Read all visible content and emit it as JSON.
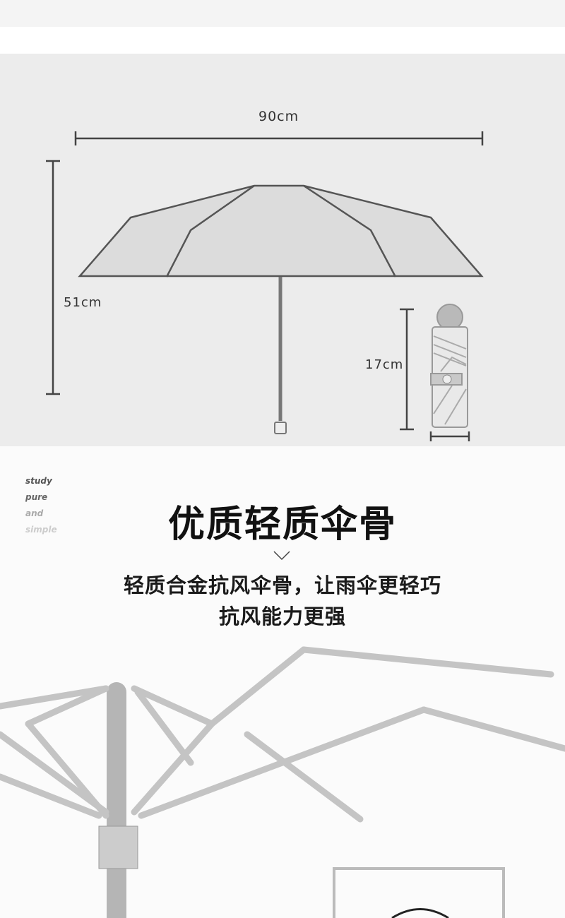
{
  "dimensions": {
    "width": "90cm",
    "height": "51cm",
    "folded_length": "17cm"
  },
  "tagline": [
    "study",
    "pure",
    "and",
    "simple"
  ],
  "headline": "优质轻质伞骨",
  "subtitle_line1": "轻质合金抗风伞骨，让雨伞更轻巧",
  "subtitle_line2": "抗风能力更强",
  "icons": {
    "divider": "chevron-down-icon"
  }
}
